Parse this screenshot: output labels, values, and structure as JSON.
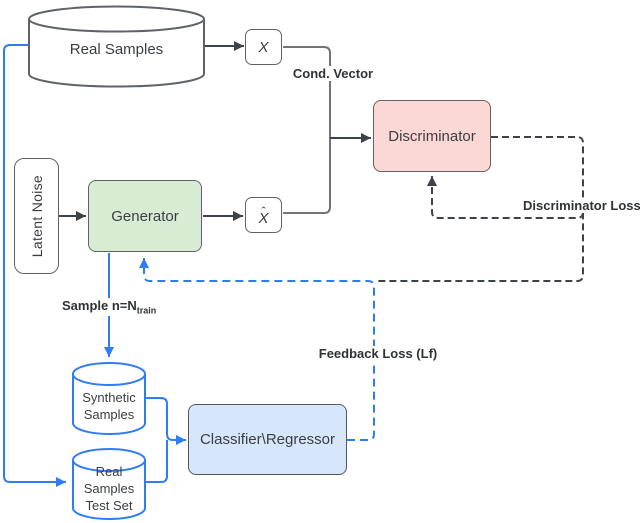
{
  "nodes": {
    "real_samples": {
      "label": "Real Samples"
    },
    "x_box": {
      "label": "X"
    },
    "x_hat_box": {
      "hat": "ˆ",
      "letter": "X"
    },
    "discriminator": {
      "label": "Discriminator"
    },
    "latent_noise": {
      "label": "Latent Noise"
    },
    "generator": {
      "label": "Generator"
    },
    "synthetic_samples": {
      "line1": "Synthetic",
      "line2": "Samples"
    },
    "real_samples_test_set": {
      "line1": "Real",
      "line2": "Samples",
      "line3": "Test Set"
    },
    "classifier_regressor": {
      "label": "Classifier\\Regressor"
    }
  },
  "edge_labels": {
    "cond_vector": "Cond. Vector",
    "discriminator_loss": "Discriminator Loss",
    "feedback_loss": "Feedback Loss (Lf)",
    "sample_main": "Sample n=N",
    "sample_sub": "train"
  },
  "colors": {
    "accent_blue": "#2e7df7",
    "dark_line": "#3e4349",
    "gray_line": "#70747a",
    "discriminator_fill": "#fbd8d6",
    "generator_fill": "#d8ecd4",
    "classifier_fill": "#d6e6fb"
  }
}
